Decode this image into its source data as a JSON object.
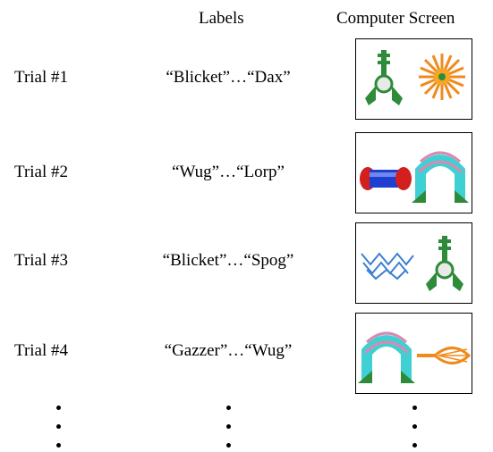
{
  "headers": {
    "labels": "Labels",
    "screen": "Computer Screen"
  },
  "trials": [
    {
      "name": "Trial #1",
      "labels": "“Blicket”…“Dax”",
      "objects": [
        "green-figure",
        "orange-sunburst"
      ]
    },
    {
      "name": "Trial #2",
      "labels": "“Wug”…“Lorp”",
      "objects": [
        "red-blue-tube",
        "cyan-arch"
      ]
    },
    {
      "name": "Trial #3",
      "labels": "“Blicket”…“Spog”",
      "objects": [
        "blue-zigzag",
        "green-figure"
      ]
    },
    {
      "name": "Trial #4",
      "labels": "“Gazzer”…“Wug”",
      "objects": [
        "cyan-arch",
        "orange-whisk"
      ]
    }
  ],
  "colors": {
    "green": "#2e8b3a",
    "orange": "#f08a1c",
    "red": "#d41f1f",
    "blue": "#1e3fd0",
    "cyan": "#3fd0d4",
    "pink": "#d98ab0",
    "wire": "#3a7fd0"
  }
}
